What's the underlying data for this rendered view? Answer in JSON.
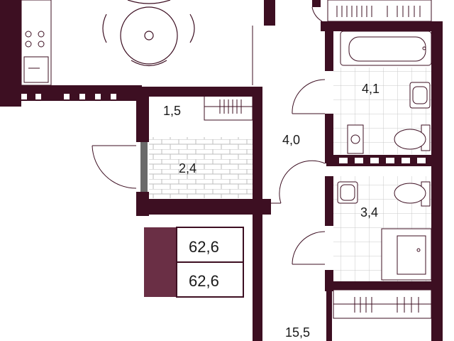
{
  "rooms": {
    "storage": "1,5",
    "hall": "2,4",
    "corridor": "4,0",
    "bathroom": "4,1",
    "toilet": "3,4",
    "bedroom": "15,5"
  },
  "totals": {
    "area_1": "62,6",
    "area_2": "62,6"
  },
  "colors": {
    "wall": "#3d0f22",
    "accent": "#6a2f45",
    "tile": "#bdbdbd"
  }
}
